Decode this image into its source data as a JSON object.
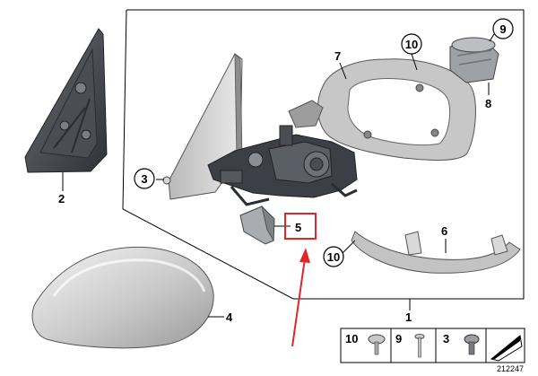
{
  "diagram": {
    "callouts": {
      "c1": "1",
      "c2": "2",
      "c3": "3",
      "c4": "4",
      "c5": "5",
      "c6": "6",
      "c7": "7",
      "c8": "8",
      "c9": "9",
      "c10a": "10",
      "c10b": "10"
    },
    "legend": {
      "items": [
        {
          "number": "10"
        },
        {
          "number": "9"
        },
        {
          "number": "3"
        }
      ]
    },
    "image_number": "212247",
    "highlight_color": "#e0262b",
    "arrow_color": "#e0262b"
  }
}
